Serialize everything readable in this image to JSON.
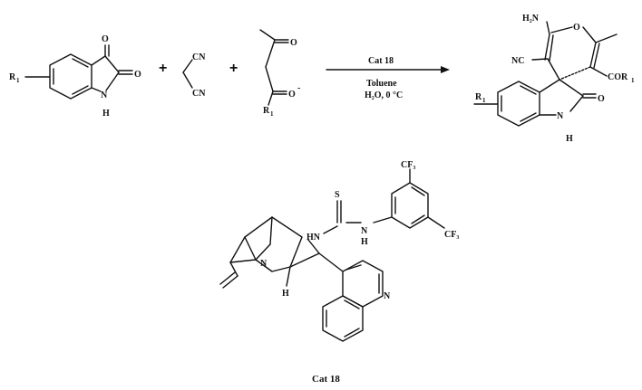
{
  "reactant1": {
    "o_top": "O",
    "o_right": "O",
    "r": "R",
    "r_sub": "1",
    "nh": "N",
    "h": "H"
  },
  "plus1": "+",
  "reactant2": {
    "cn_top": "CN",
    "cn_bottom": "CN"
  },
  "plus2": "+",
  "reactant3": {
    "o_top": "O",
    "o_bottom": "O",
    "charge": "-",
    "r": "R",
    "r_sub": "1"
  },
  "arrow": {
    "catalyst": "Cat 18",
    "solvent": "Toluene",
    "conditions": "H₂O, 0 °C"
  },
  "product": {
    "nh2": "H₂N",
    "o_ring": "O",
    "nc": "NC",
    "cor": "COR",
    "cor_sub": "1",
    "o_carbonyl": "O",
    "r": "R",
    "r_sub": "1",
    "n": "N",
    "h": "H"
  },
  "catalyst": {
    "cf3_top": "CF₃",
    "cf3_right": "CF₃",
    "s": "S",
    "hn": "HN",
    "nh_n": "N",
    "nh_h": "H",
    "n_quinuclidine": "N",
    "h_label": "H",
    "n_quinoline": "N",
    "caption": "Cat 18"
  }
}
